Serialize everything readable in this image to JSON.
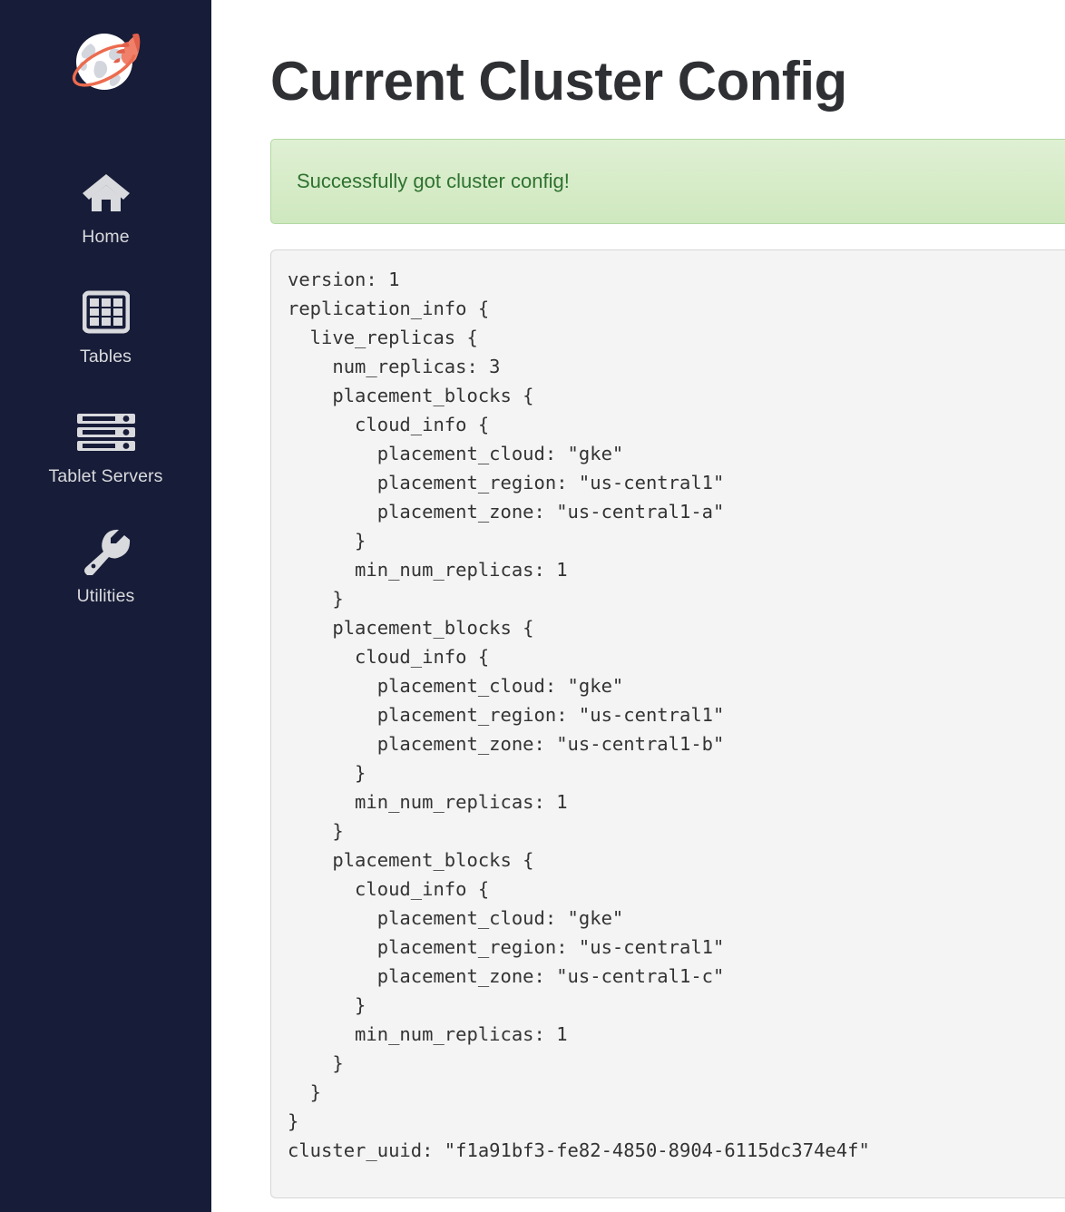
{
  "sidebar": {
    "logo_name": "yugabyte-rocket-globe-logo",
    "background_color": "#171c38",
    "items": [
      {
        "label": "Home",
        "icon": "home-icon"
      },
      {
        "label": "Tables",
        "icon": "table-grid-icon"
      },
      {
        "label": "Tablet Servers",
        "icon": "server-rack-icon"
      },
      {
        "label": "Utilities",
        "icon": "wrench-icon"
      }
    ]
  },
  "main": {
    "page_title": "Current Cluster Config",
    "alert": {
      "message": "Successfully got cluster config!",
      "type": "success",
      "text_color": "#2f7230",
      "background_color": "#dff0d3",
      "border_color": "#b2d8a2"
    },
    "config": {
      "background_color": "#f4f4f4",
      "text": "version: 1\nreplication_info {\n  live_replicas {\n    num_replicas: 3\n    placement_blocks {\n      cloud_info {\n        placement_cloud: \"gke\"\n        placement_region: \"us-central1\"\n        placement_zone: \"us-central1-a\"\n      }\n      min_num_replicas: 1\n    }\n    placement_blocks {\n      cloud_info {\n        placement_cloud: \"gke\"\n        placement_region: \"us-central1\"\n        placement_zone: \"us-central1-b\"\n      }\n      min_num_replicas: 1\n    }\n    placement_blocks {\n      cloud_info {\n        placement_cloud: \"gke\"\n        placement_region: \"us-central1\"\n        placement_zone: \"us-central1-c\"\n      }\n      min_num_replicas: 1\n    }\n  }\n}\ncluster_uuid: \"f1a91bf3-fe82-4850-8904-6115dc374e4f\"",
      "values": {
        "version": 1,
        "num_replicas": 3,
        "cluster_uuid": "f1a91bf3-fe82-4850-8904-6115dc374e4f",
        "placement_blocks": [
          {
            "placement_cloud": "gke",
            "placement_region": "us-central1",
            "placement_zone": "us-central1-a",
            "min_num_replicas": 1
          },
          {
            "placement_cloud": "gke",
            "placement_region": "us-central1",
            "placement_zone": "us-central1-b",
            "min_num_replicas": 1
          },
          {
            "placement_cloud": "gke",
            "placement_region": "us-central1",
            "placement_zone": "us-central1-c",
            "min_num_replicas": 1
          }
        ]
      }
    }
  }
}
